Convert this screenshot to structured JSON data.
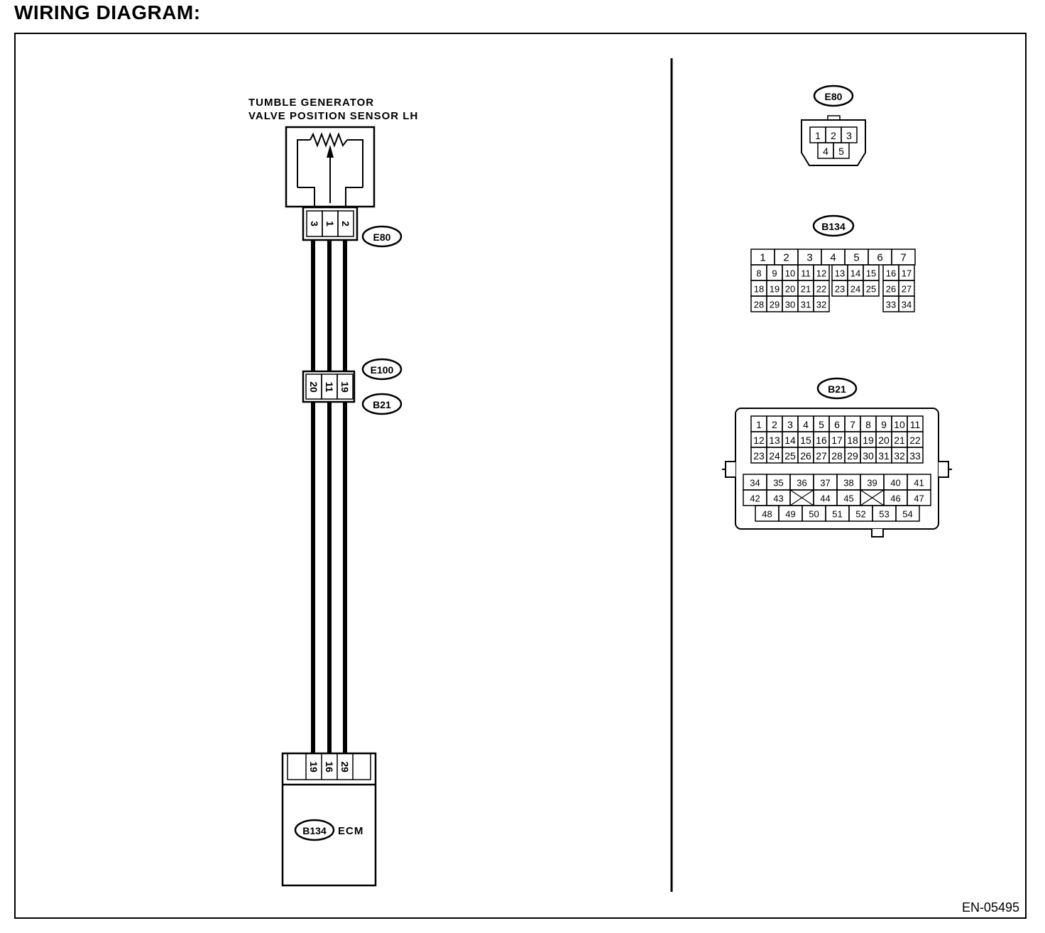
{
  "page": {
    "title": "WIRING DIAGRAM:",
    "figure_id": "EN-05495"
  },
  "sensor": {
    "name_line1": "TUMBLE GENERATOR",
    "name_line2": "VALVE POSITION SENSOR LH",
    "connector_id": "E80",
    "pins": [
      "3",
      "1",
      "2"
    ]
  },
  "junction": {
    "connector_upper": "E100",
    "connector_lower": "B21",
    "pins": [
      "20",
      "11",
      "19"
    ]
  },
  "ecm": {
    "connector_id": "B134",
    "label": "ECM",
    "pins": [
      "19",
      "16",
      "29"
    ]
  },
  "connector_views": {
    "e80": {
      "id": "E80",
      "rows": [
        [
          "1",
          "2",
          "3"
        ],
        [
          "4",
          "5"
        ]
      ]
    },
    "b134": {
      "id": "B134",
      "top_row": [
        "1",
        "2",
        "3",
        "4",
        "5",
        "6",
        "7"
      ],
      "rows": [
        [
          [
            "8",
            "9",
            "10",
            "11",
            "12"
          ],
          [
            "13",
            "14",
            "15"
          ],
          [
            "16",
            "17"
          ]
        ],
        [
          [
            "18",
            "19",
            "20",
            "21",
            "22"
          ],
          [
            "23",
            "24",
            "25"
          ],
          [
            "26",
            "27"
          ]
        ],
        [
          [
            "28",
            "29",
            "30",
            "31",
            "32"
          ],
          [],
          [
            "33",
            "34"
          ]
        ]
      ]
    },
    "b21": {
      "id": "B21",
      "upper_rows": [
        [
          "1",
          "2",
          "3",
          "4",
          "5",
          "6",
          "7",
          "8",
          "9",
          "10",
          "11"
        ],
        [
          "12",
          "13",
          "14",
          "15",
          "16",
          "17",
          "18",
          "19",
          "20",
          "21",
          "22"
        ],
        [
          "23",
          "24",
          "25",
          "26",
          "27",
          "28",
          "29",
          "30",
          "31",
          "32",
          "33"
        ]
      ],
      "lower_rows": [
        [
          "34",
          "35",
          "36",
          "37",
          "38",
          "39",
          "40",
          "41"
        ],
        [
          "42",
          "43",
          "",
          "44",
          "45",
          "",
          "46",
          "47"
        ],
        [
          "48",
          "49",
          "50",
          "51",
          "52",
          "53",
          "54"
        ]
      ]
    }
  }
}
